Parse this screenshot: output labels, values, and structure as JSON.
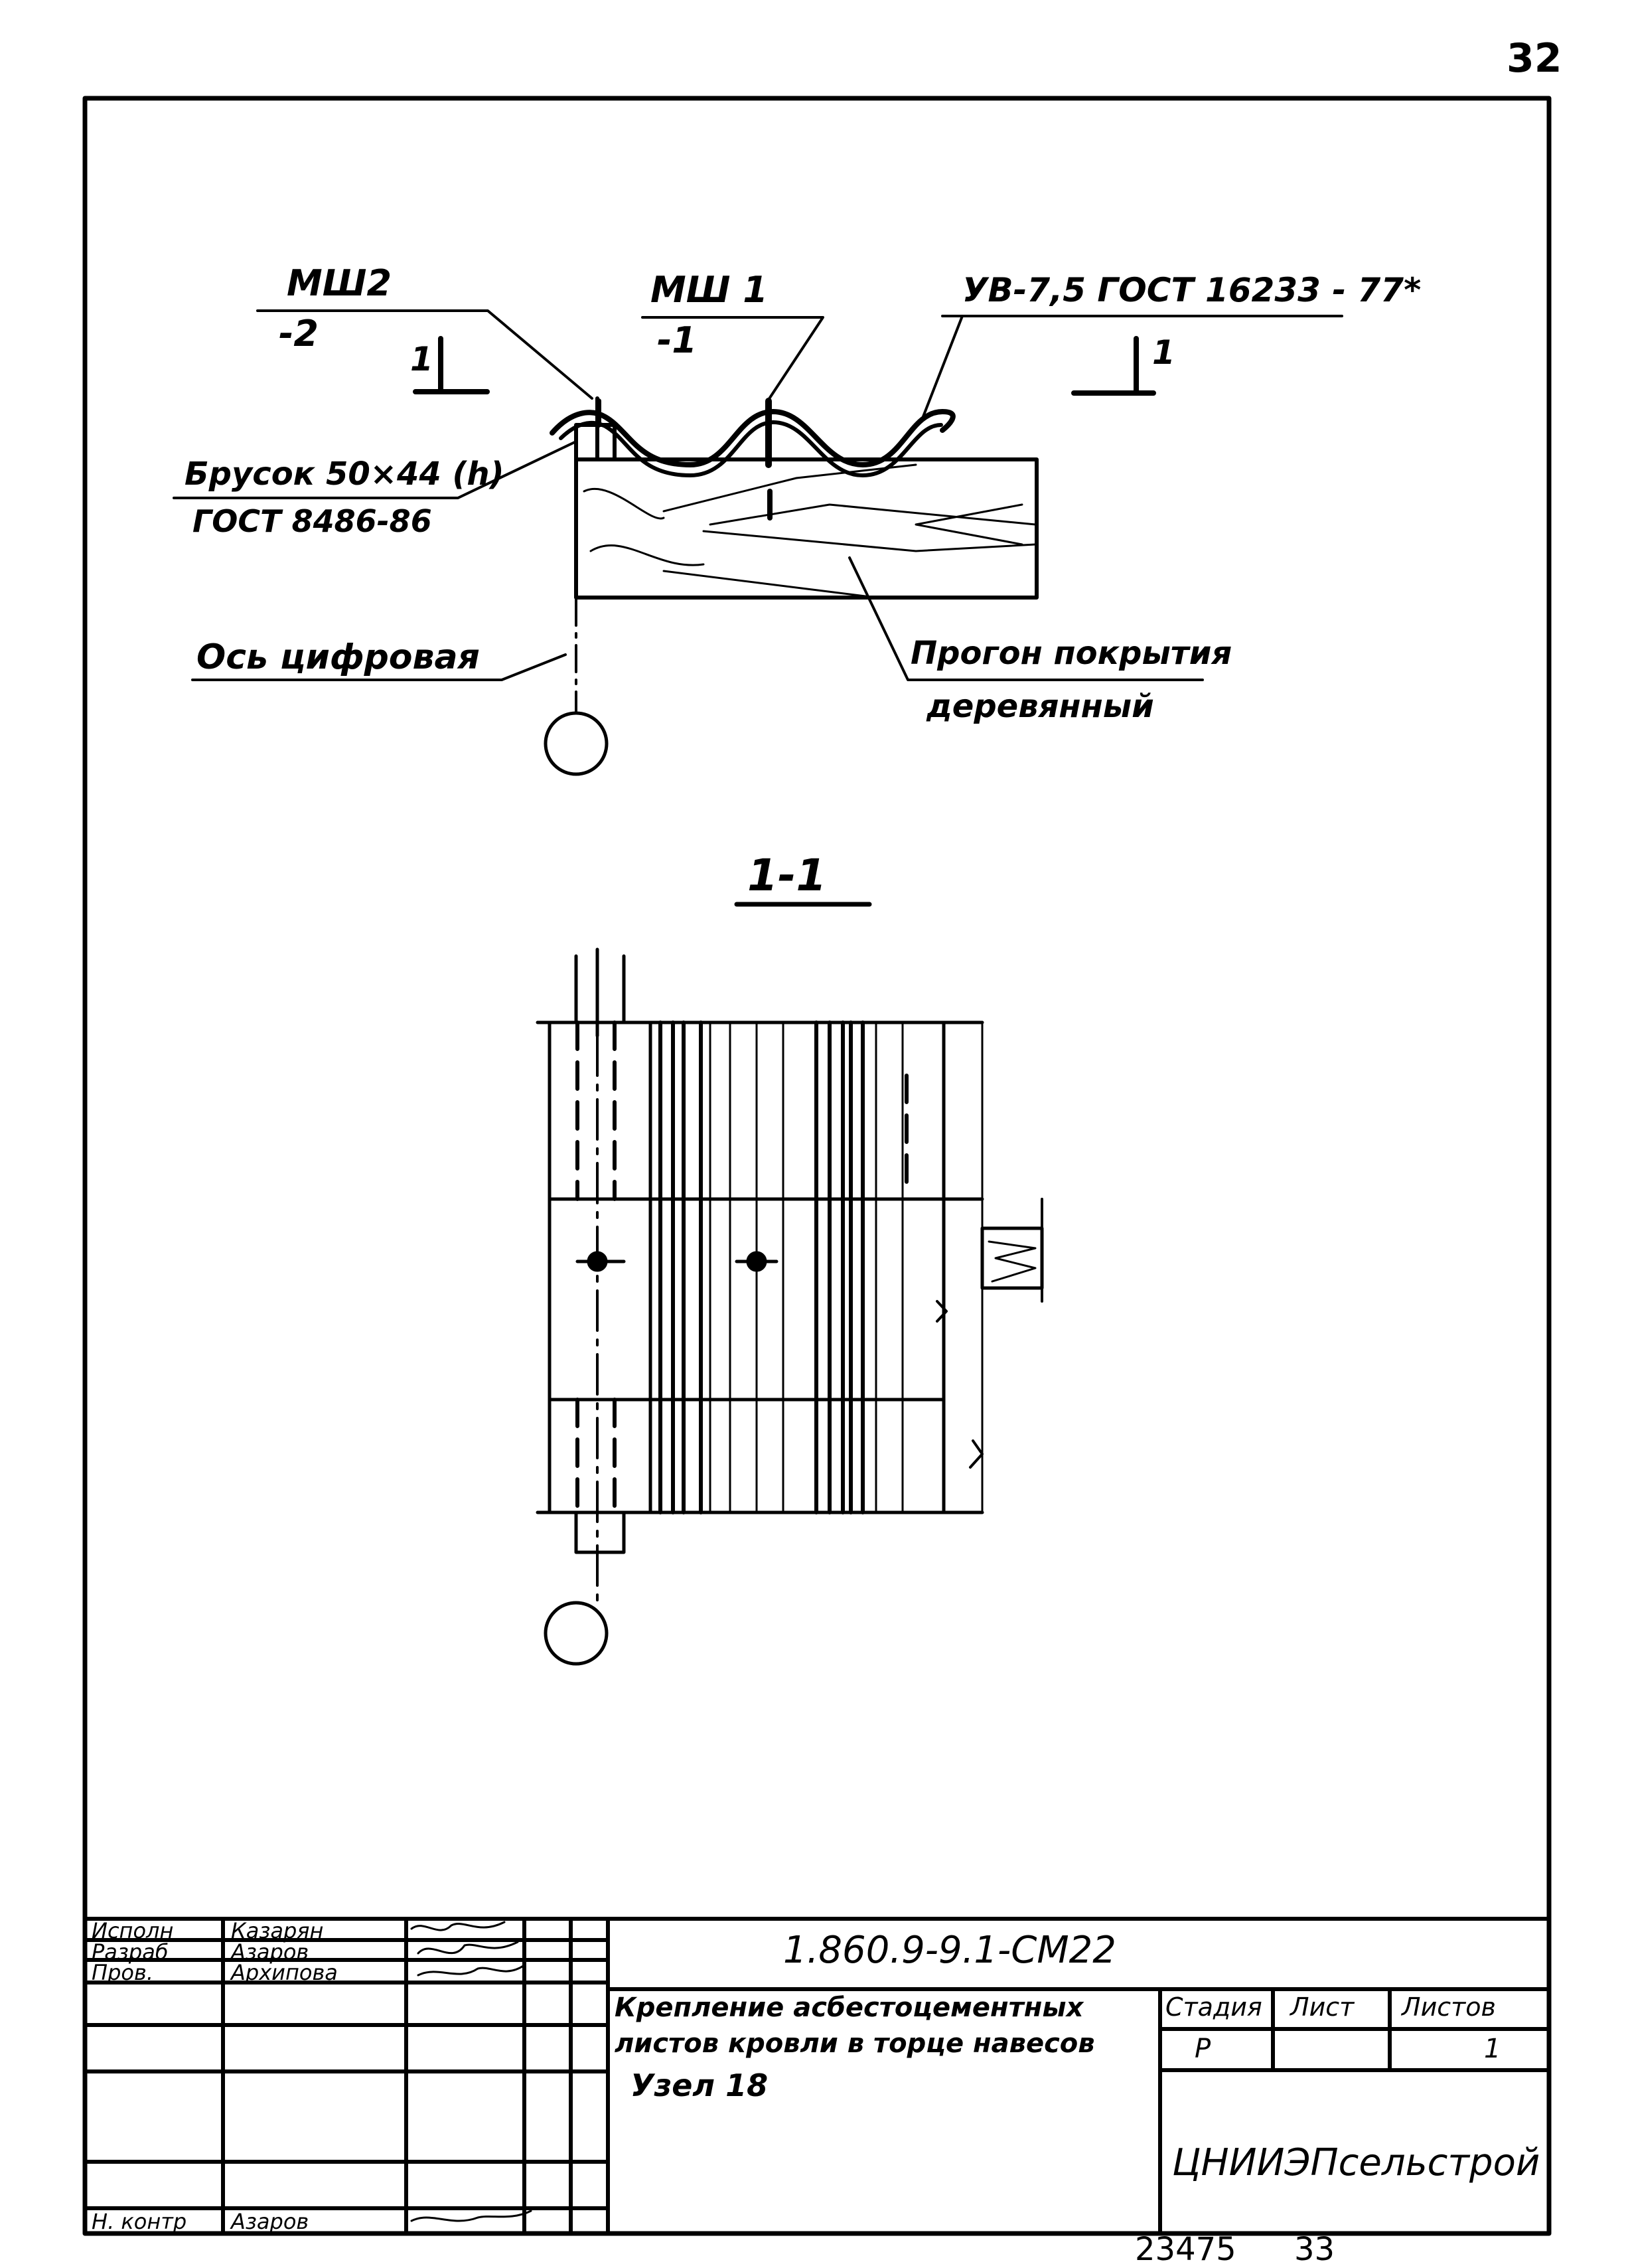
{
  "page_number": "32",
  "drawing": {
    "label_msh2": "МШ2",
    "label_msh2_qty": "-2",
    "label_msh1": "МШ 1",
    "label_msh1_qty": "-1",
    "label_sheet": "УВ-7,5 ГОСТ 16233 - 77*",
    "cut_mark_left": "1",
    "cut_mark_right": "1",
    "label_bar": "Брусок 50×44 (h)",
    "label_bar_gost": "ГОСТ 8486-86",
    "label_axis": "Ось цифровая",
    "label_purlin_line1": "Прогон покрытия",
    "label_purlin_line2": "деревянный",
    "section_title": "1-1"
  },
  "title_block": {
    "rows": [
      {
        "role": "Исполн",
        "name": "Казарян"
      },
      {
        "role": "Разраб",
        "name": "Азаров"
      },
      {
        "role": "Пров.",
        "name": "Архипова"
      },
      {
        "role": "",
        "name": ""
      },
      {
        "role": "",
        "name": ""
      },
      {
        "role": "",
        "name": ""
      },
      {
        "role": "Н. контр",
        "name": "Азаров"
      }
    ],
    "doc_code": "1.860.9-9.1-СМ22",
    "description_line1": "Крепление асбестоцементных",
    "description_line2": "листов кровли в торце навесов",
    "description_line3": "Узел 18",
    "stage_header": "Стадия",
    "sheet_header": "Лист",
    "sheets_header": "Листов",
    "stage_value": "Р",
    "sheet_value": "",
    "sheets_value": "1",
    "organization": "ЦНИИЭПсельстрой"
  },
  "footer": {
    "archive_number": "23475",
    "archive_sheet": "33"
  }
}
